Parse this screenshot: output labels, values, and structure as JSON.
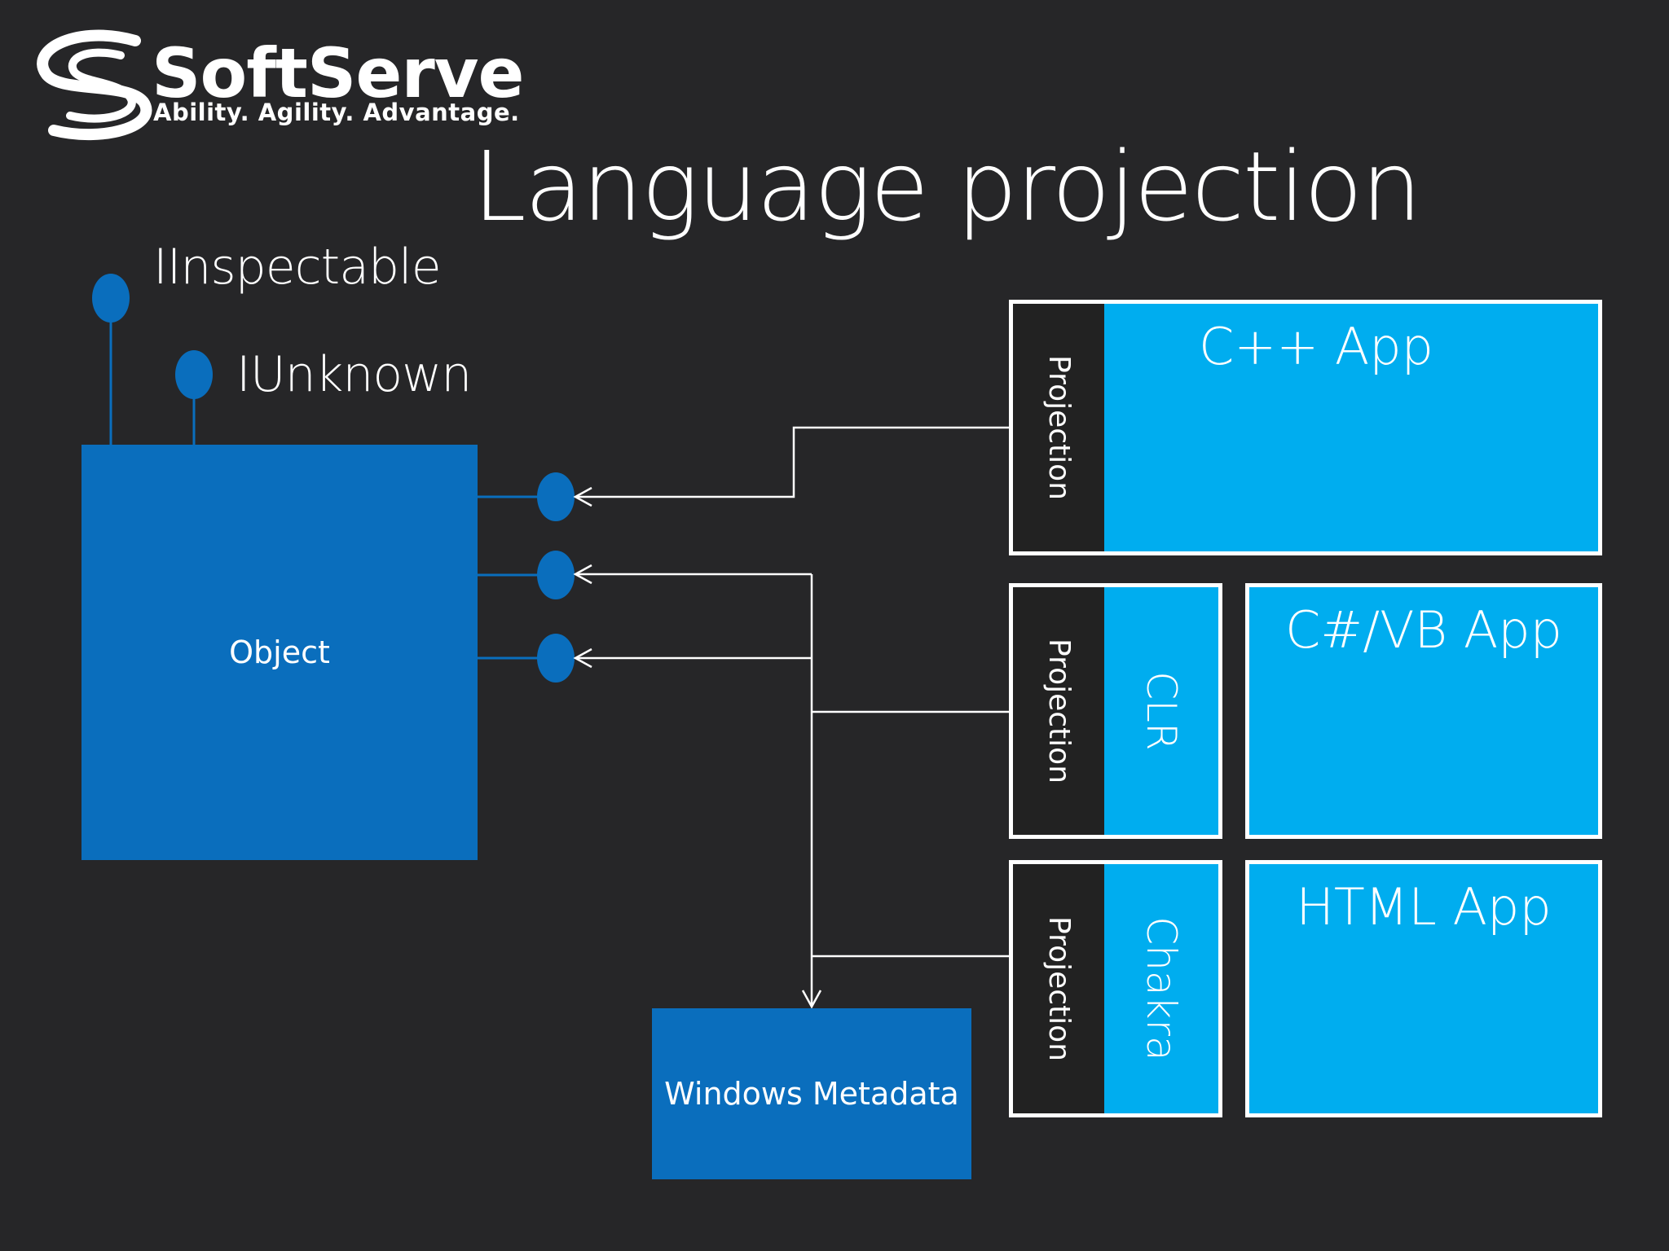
{
  "logo": {
    "name": "SoftServe",
    "tagline": "Ability. Agility. Advantage."
  },
  "slide": {
    "title": "Language projection"
  },
  "interfaces": {
    "iinspectable": "IInspectable",
    "iunknown": "IUnknown"
  },
  "nodes": {
    "object": "Object",
    "windows_metadata": "Windows Metadata"
  },
  "apps": {
    "cpp": {
      "title": "C++ App",
      "projection": "Projection"
    },
    "csharp_vb": {
      "title": "C#/VB App",
      "projection": "Projection",
      "runtime": "CLR"
    },
    "html": {
      "title": "HTML App",
      "projection": "Projection",
      "runtime": "Chakra"
    }
  },
  "colors": {
    "background": "#262628",
    "object_blue": "#0a6ebd",
    "app_blue": "#00adef",
    "projection_dark": "#222222",
    "connector_white": "#ffffff"
  }
}
